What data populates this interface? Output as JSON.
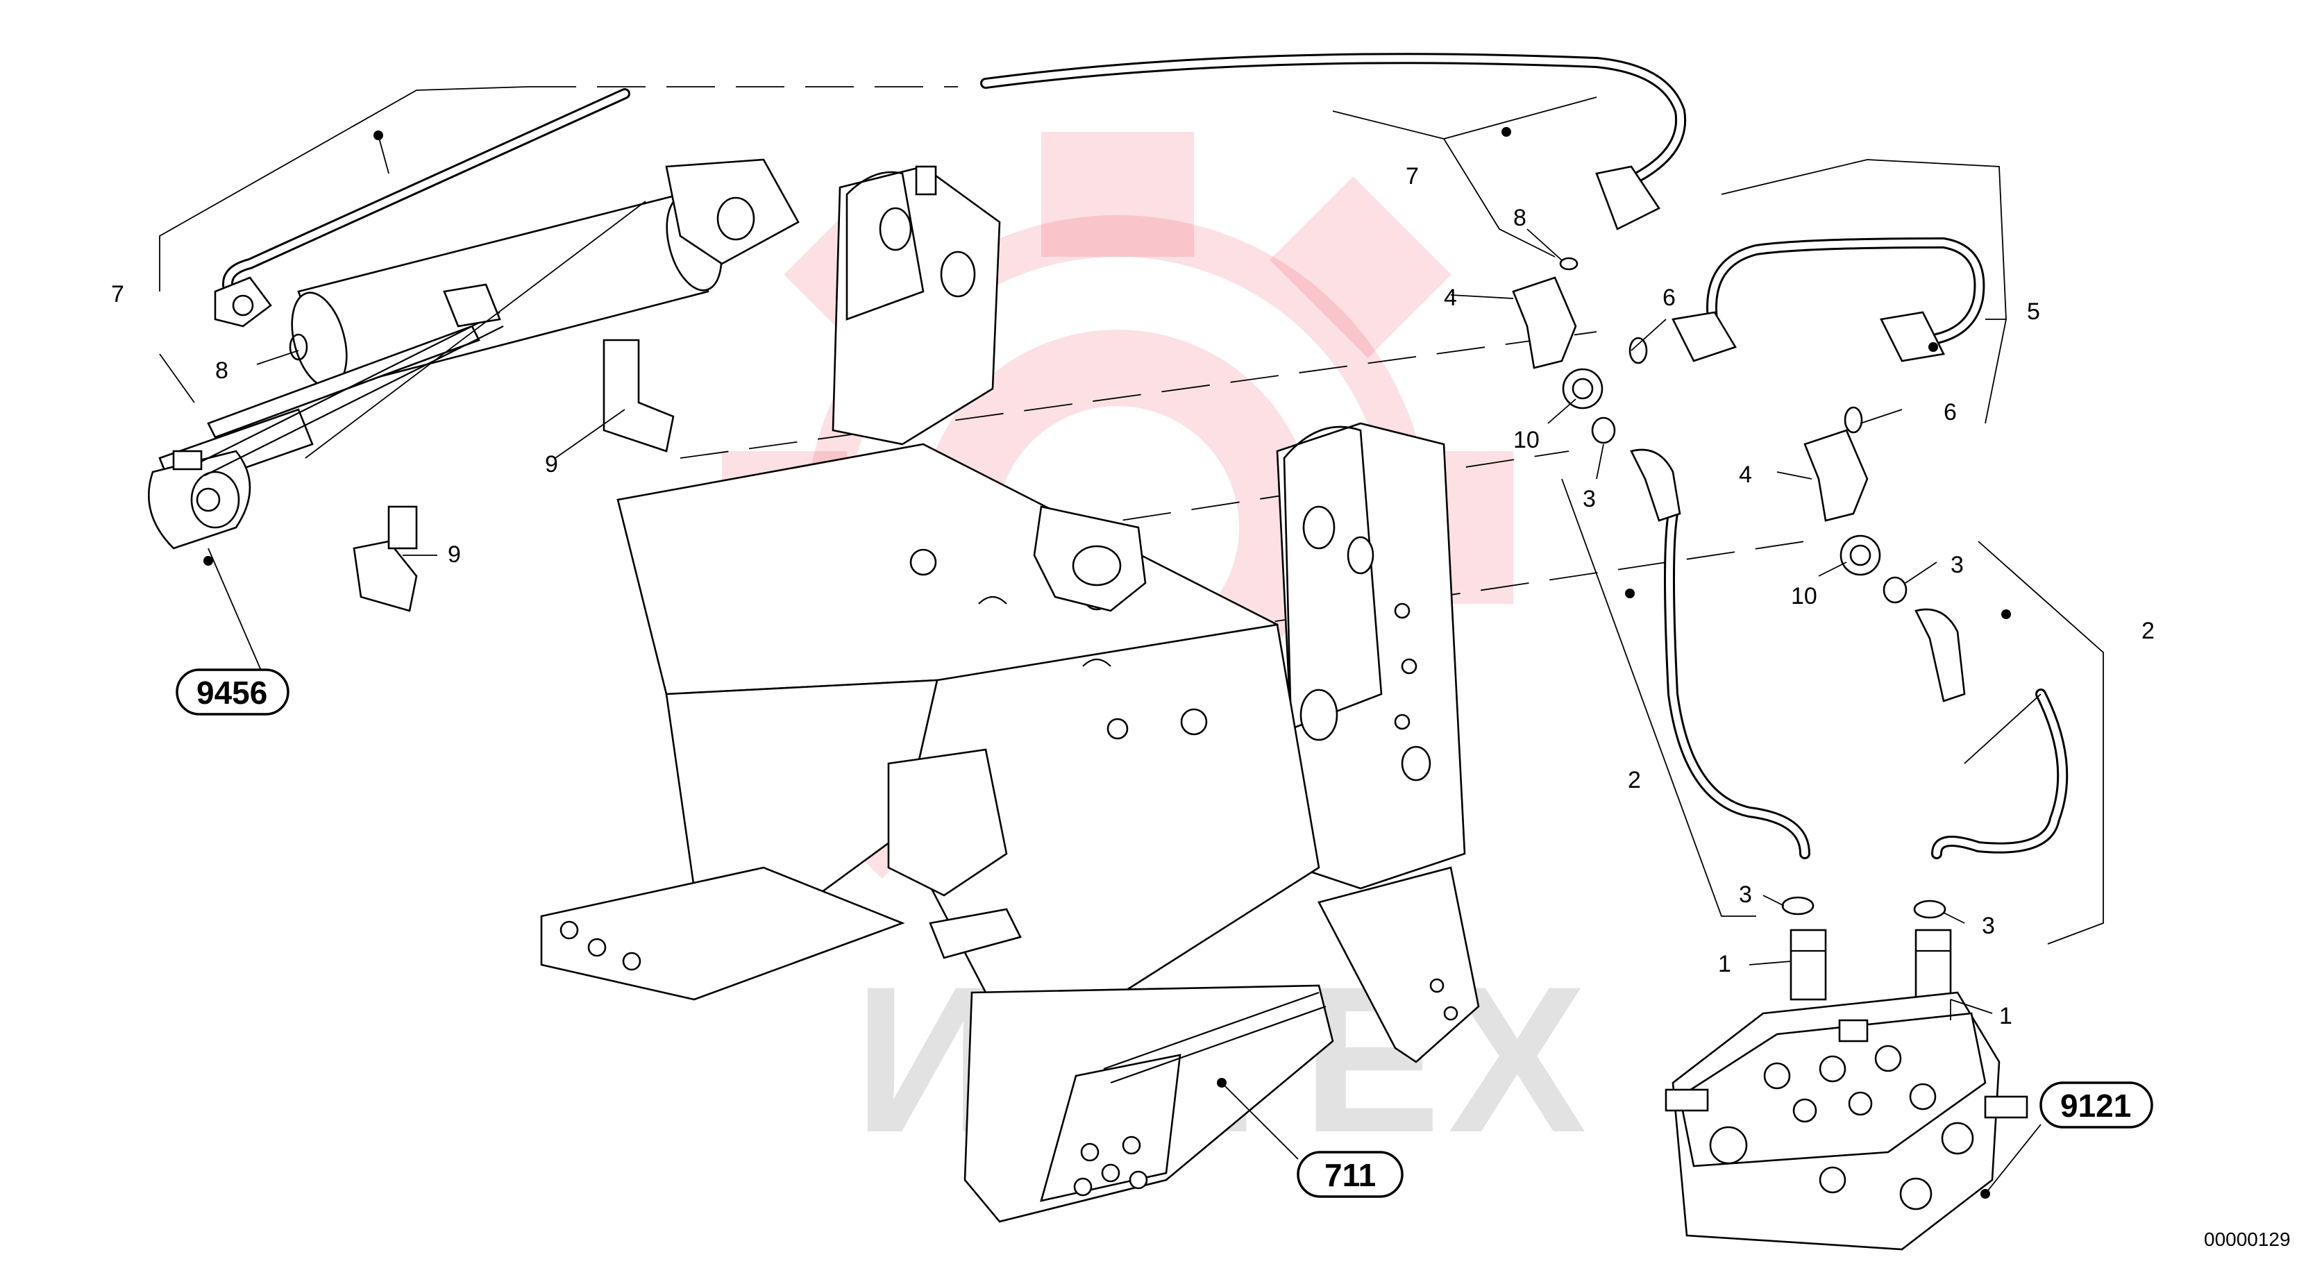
{
  "watermark": {
    "text": "ИНТЕХ",
    "color": "#e8233a"
  },
  "drawing_number": "00000129",
  "callouts": {
    "c1a": "1",
    "c1b": "1",
    "c2a": "2",
    "c2b": "2",
    "c3a": "3",
    "c3b": "3",
    "c3c": "3",
    "c3d": "3",
    "c4a": "4",
    "c4b": "4",
    "c5": "5",
    "c6a": "6",
    "c6b": "6",
    "c7a": "7",
    "c7b": "7",
    "c8a": "8",
    "c8b": "8",
    "c9a": "9",
    "c9b": "9",
    "c10a": "10",
    "c10b": "10"
  },
  "references": {
    "r9456": "9456",
    "r711": "711",
    "r9121": "9121"
  }
}
